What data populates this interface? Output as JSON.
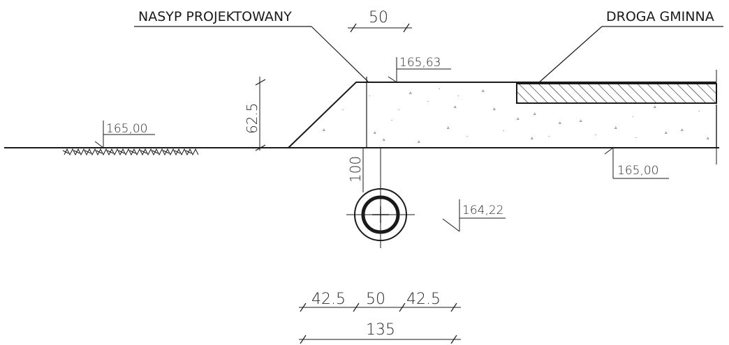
{
  "labels": {
    "embankment": "NASYP PROJEKTOWANY",
    "road": "DROGA GMINNA"
  },
  "dimensions": {
    "top_width": "50",
    "embankment_height": "62.5",
    "cover_depth": "100",
    "pipe_left": "42.5",
    "pipe_middle": "50",
    "pipe_right": "42.5",
    "pipe_total": "135"
  },
  "levels": {
    "ground_left": "165,00",
    "embankment_top": "165,63",
    "ground_right": "165,00",
    "pipe_axis": "164,22"
  },
  "colors": {
    "line": "#1a1a1a",
    "background": "#ffffff"
  }
}
